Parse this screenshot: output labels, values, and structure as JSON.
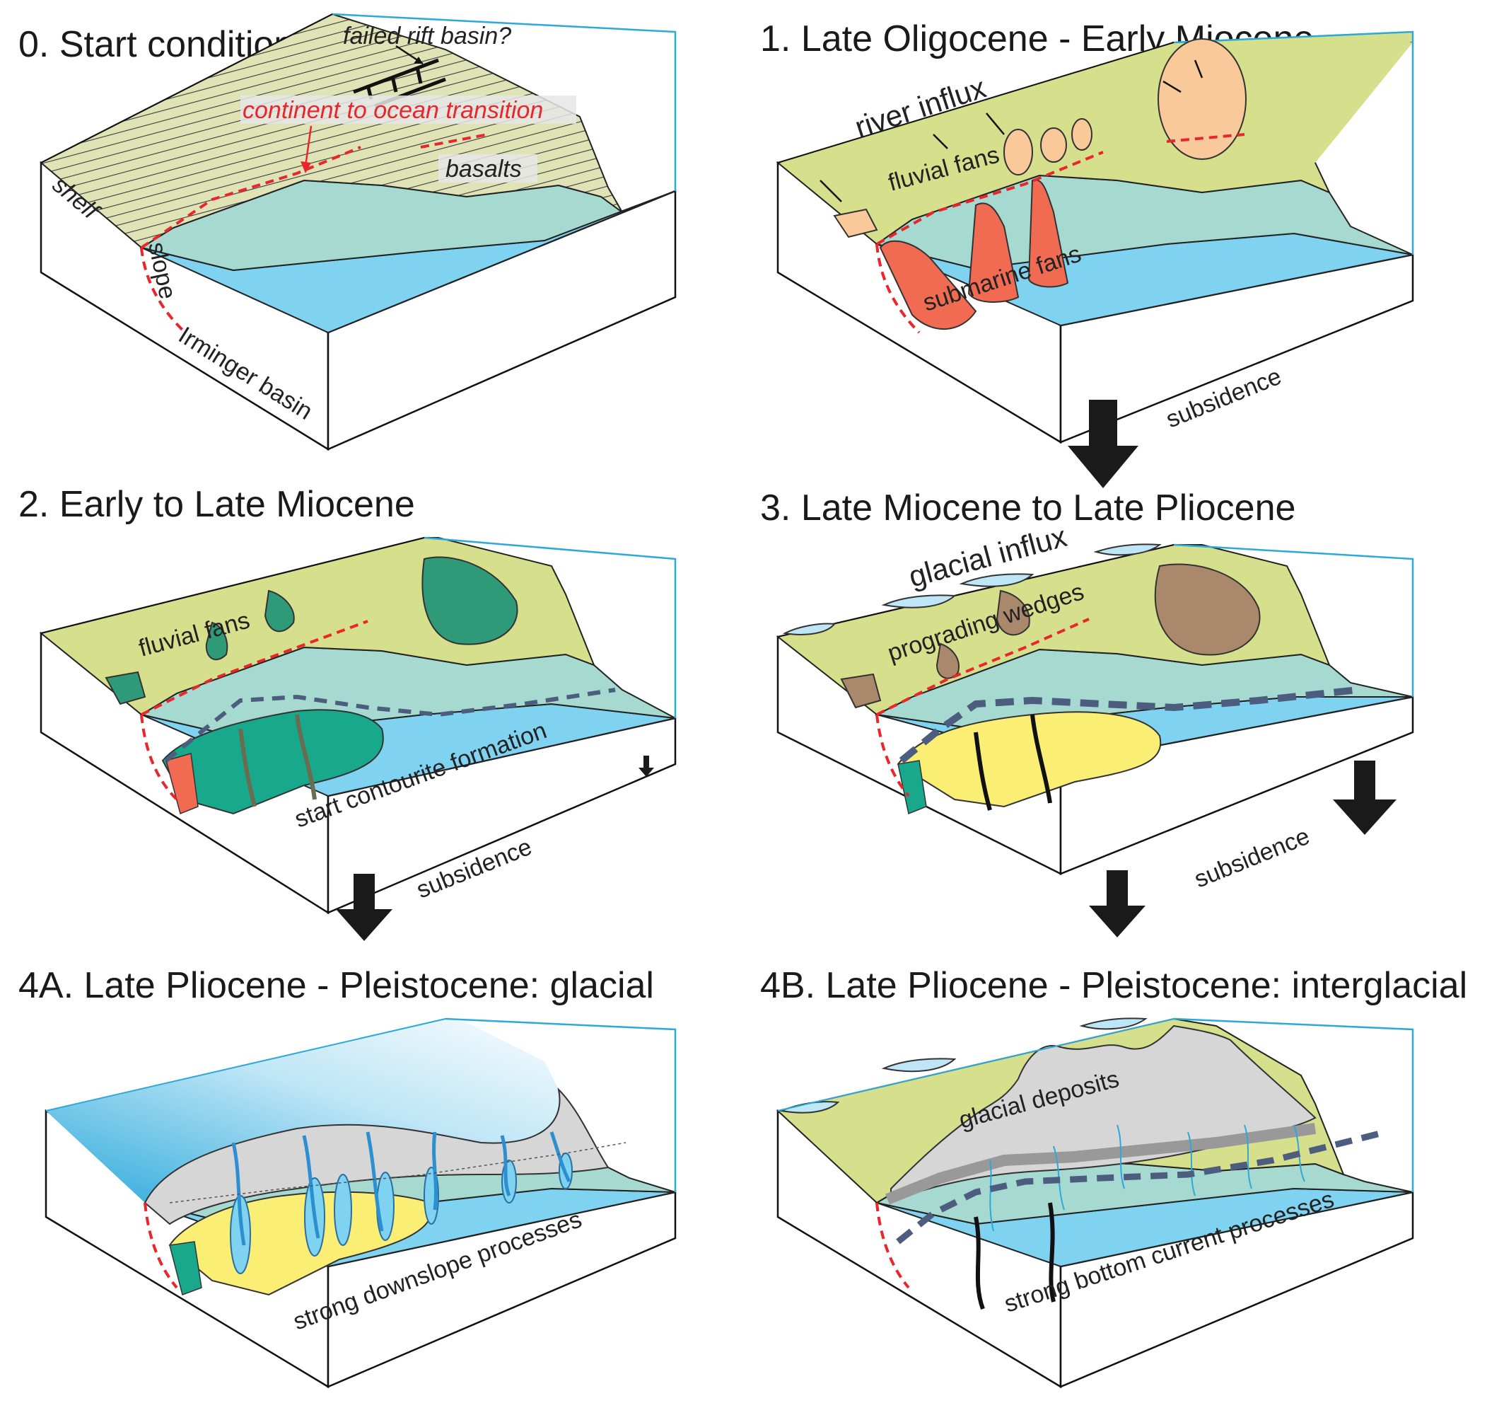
{
  "colors": {
    "shelf_land": "#d5df8c",
    "slope_teal": "#a6d9cf",
    "basin_blue": "#7fd3f0",
    "box_edge": "#2ca9db",
    "side_white": "#ffffff",
    "fault_red": "#e8262b",
    "fan_peach": "#f9c99a",
    "sub_fan_red": "#f06b52",
    "fan_green": "#2f9a78",
    "drift_green": "#18a98c",
    "wedge_brown": "#a9886b",
    "drift_yellow": "#fbee74",
    "ice_grey": "#d6d6d6",
    "current_dash": "#4d5d80"
  },
  "panels": [
    {
      "id": "0",
      "title": "0. Start condition",
      "labels": {
        "failed_rift": "failed rift basin?",
        "cot": "continent to ocean transition",
        "basalts": "basalts",
        "shelf": "shelf",
        "slope": "slope",
        "irminger": "Irminger basin"
      }
    },
    {
      "id": "1",
      "title": "1. Late Oligocene - Early Miocene",
      "labels": {
        "river_influx": "river influx",
        "fluvial_fans": "fluvial fans",
        "submarine_fans": "submarine fans",
        "subsidence": "subsidence"
      }
    },
    {
      "id": "2",
      "title": "2. Early to Late Miocene",
      "labels": {
        "fluvial_fans": "fluvial fans",
        "contourite": "start contourite formation",
        "subsidence": "subsidence"
      }
    },
    {
      "id": "3",
      "title": "3. Late Miocene to Late Pliocene",
      "labels": {
        "glacial_influx": "glacial influx",
        "prograding": "prograding wedges",
        "subsidence": "subsidence"
      }
    },
    {
      "id": "4A",
      "title": "4A. Late Pliocene - Pleistocene: glacial",
      "labels": {
        "downslope": "strong downslope processes"
      }
    },
    {
      "id": "4B",
      "title": "4B. Late Pliocene - Pleistocene: interglacial",
      "labels": {
        "glacial_deposits": "glacial deposits",
        "bottom_current": "strong bottom current processes"
      }
    }
  ]
}
